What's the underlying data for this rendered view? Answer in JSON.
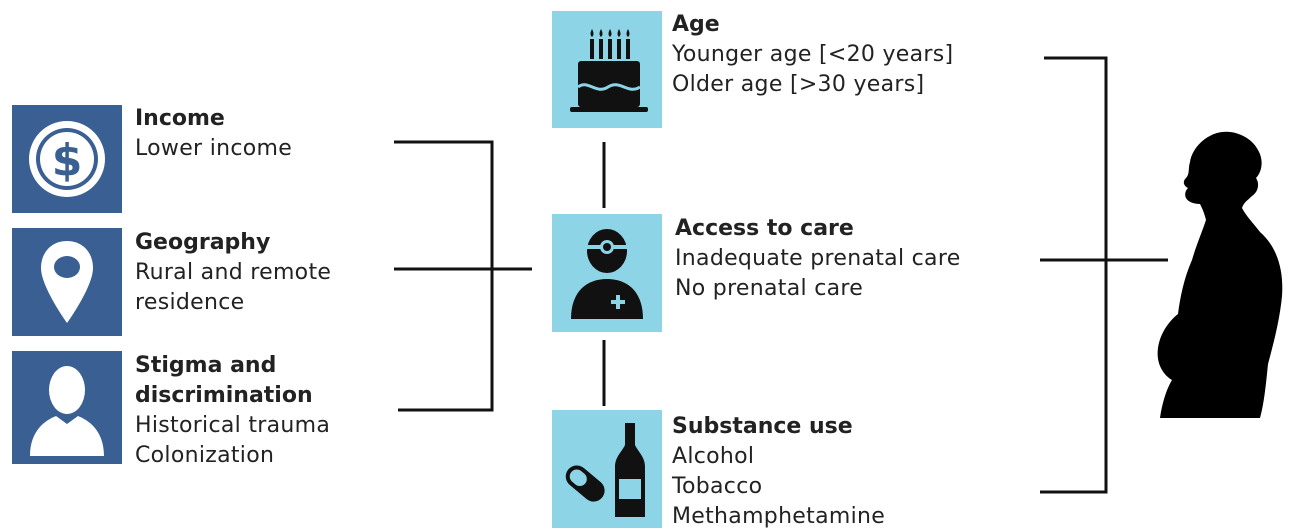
{
  "factors_left": [
    {
      "title": "Income",
      "items": [
        "Lower income"
      ],
      "icon": "dollar-icon"
    },
    {
      "title": "Geography",
      "items": [
        "Rural and remote",
        "residence"
      ],
      "icon": "location-pin-icon"
    },
    {
      "title": "Stigma and",
      "title2": "discrimination",
      "items": [
        "Historical trauma",
        "Colonization"
      ],
      "icon": "person-icon"
    }
  ],
  "factors_center": [
    {
      "title": "Age",
      "items": [
        "Younger age [<20 years]",
        "Older age [>30 years]"
      ],
      "icon": "birthday-cake-icon"
    },
    {
      "title": "Access to care",
      "items": [
        "Inadequate prenatal care",
        "No prenatal care"
      ],
      "icon": "doctor-icon"
    },
    {
      "title": "Substance use",
      "items": [
        "Alcohol",
        "Tobacco",
        "Methamphetamine"
      ],
      "icon": "pill-bottle-icon"
    }
  ],
  "colors": {
    "dark_tile": "#3a5f93",
    "light_tile": "#8dd4e6",
    "icon_dark": "#111111",
    "line": "#111111"
  },
  "figure_icon": "pregnant-woman-silhouette-icon"
}
